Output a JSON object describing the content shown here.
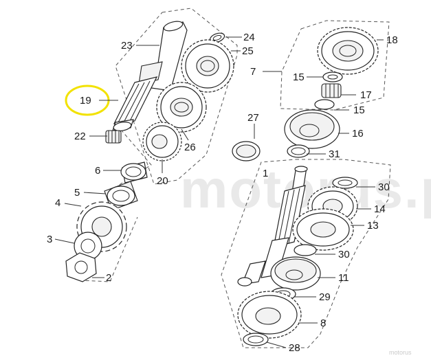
{
  "callouts": [
    {
      "id": "c24",
      "label": "24"
    },
    {
      "id": "c23",
      "label": "23"
    },
    {
      "id": "c25",
      "label": "25"
    },
    {
      "id": "c19",
      "label": "19"
    },
    {
      "id": "c26",
      "label": "26"
    },
    {
      "id": "c22",
      "label": "22"
    },
    {
      "id": "c20",
      "label": "20"
    },
    {
      "id": "c6",
      "label": "6"
    },
    {
      "id": "c5",
      "label": "5"
    },
    {
      "id": "c4",
      "label": "4"
    },
    {
      "id": "c3",
      "label": "3"
    },
    {
      "id": "c2",
      "label": "2"
    },
    {
      "id": "c18",
      "label": "18"
    },
    {
      "id": "c7",
      "label": "7"
    },
    {
      "id": "c15a",
      "label": "15"
    },
    {
      "id": "c17",
      "label": "17"
    },
    {
      "id": "c15b",
      "label": "15"
    },
    {
      "id": "c27",
      "label": "27"
    },
    {
      "id": "c16",
      "label": "16"
    },
    {
      "id": "c31",
      "label": "31"
    },
    {
      "id": "c1",
      "label": "1"
    },
    {
      "id": "c30a",
      "label": "30"
    },
    {
      "id": "c14",
      "label": "14"
    },
    {
      "id": "c13",
      "label": "13"
    },
    {
      "id": "c30b",
      "label": "30"
    },
    {
      "id": "c11",
      "label": "11"
    },
    {
      "id": "c29",
      "label": "29"
    },
    {
      "id": "c8",
      "label": "8"
    },
    {
      "id": "c28",
      "label": "28"
    }
  ],
  "watermark": "motorus.pl",
  "brand_mark": "motorus"
}
